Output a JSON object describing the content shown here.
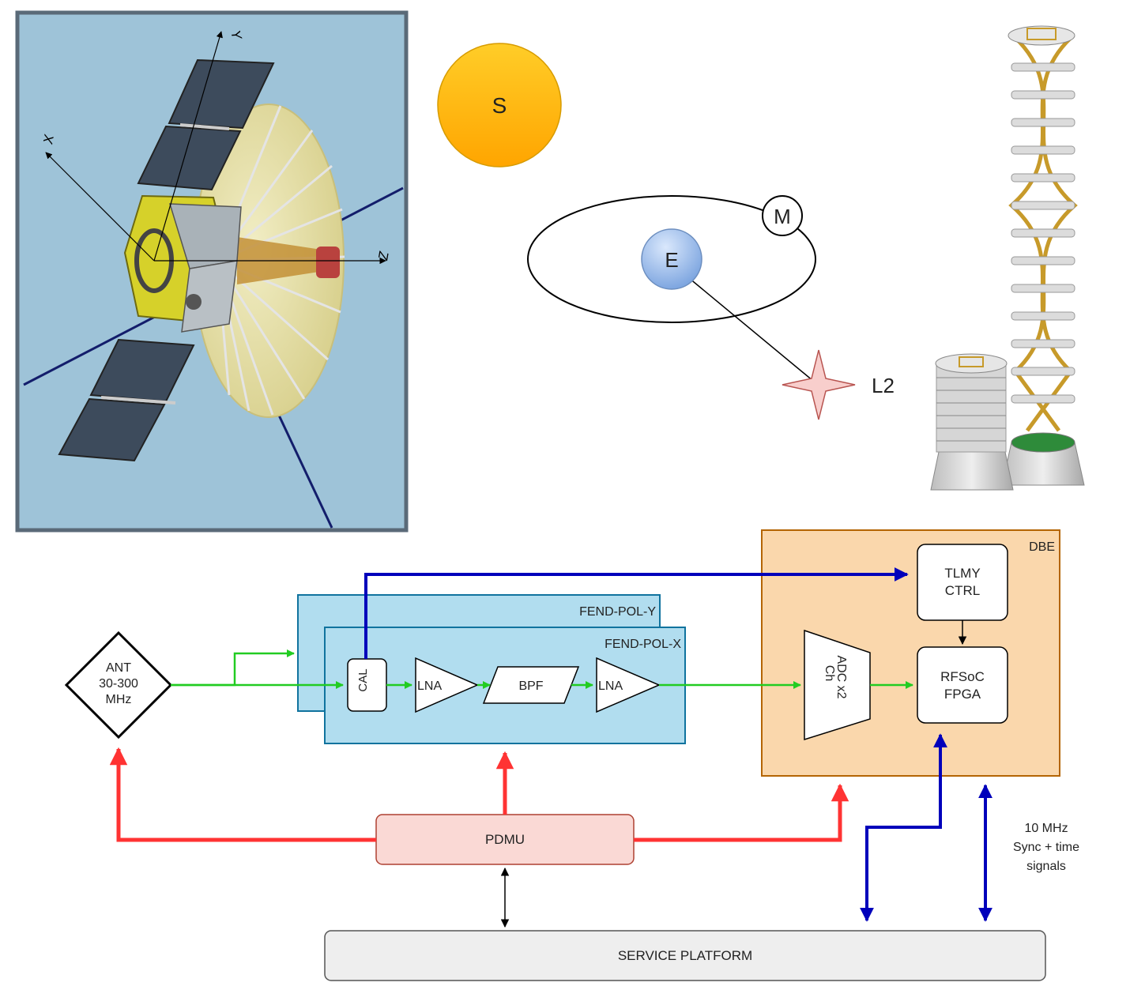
{
  "spacecraft": {
    "axis_x": "X",
    "axis_y": "Y",
    "axis_z": "Z"
  },
  "orbit": {
    "sun_label": "S",
    "earth_label": "E",
    "moon_label": "M",
    "l2_label": "L2"
  },
  "blocks": {
    "antenna": [
      "ANT",
      "30-300",
      "MHz"
    ],
    "fend_pol_y": "FEND-POL-Y",
    "fend_pol_x": "FEND-POL-X",
    "cal": "CAL",
    "lna_1": "LNA",
    "bpf": "BPF",
    "lna_2": "LNA",
    "dbe": "DBE",
    "adc": [
      "ADC x2",
      "Ch"
    ],
    "tlmy": [
      "TLMY",
      "CTRL"
    ],
    "rfsoc": [
      "RFSoC",
      "FPGA"
    ],
    "pdmu": "PDMU",
    "service_platform": "SERVICE PLATFORM",
    "sync_note": [
      "10 MHz",
      "Sync + time",
      "signals"
    ]
  },
  "colors": {
    "rf_signal": "#22cc22",
    "power": "#ff3333",
    "data": "#0000bb",
    "fend_fill": "#b1ddef",
    "fend_border": "#10739e",
    "dbe_fill": "#fad7ac",
    "dbe_border": "#b46504",
    "pdmu_fill": "#fad9d5",
    "pdmu_border": "#ae4132",
    "platform_fill": "#eeeeee",
    "sun": "#ffb300",
    "earth": "#8fb3e6",
    "l2_star": "#f8cecc"
  }
}
